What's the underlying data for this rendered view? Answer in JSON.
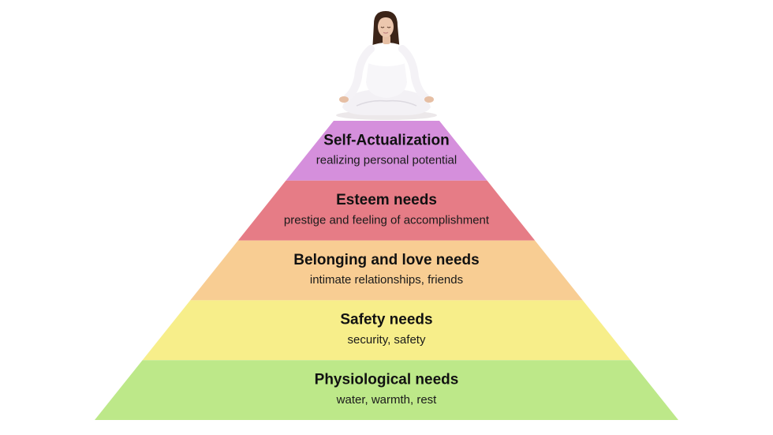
{
  "figure": {
    "icon": "meditating-woman-figure"
  },
  "pyramid": {
    "levels": [
      {
        "title": "Self-Actualization",
        "subtitle": "realizing personal potential",
        "color": "#d58fdc"
      },
      {
        "title": "Esteem needs",
        "subtitle": "prestige and feeling of accomplishment",
        "color": "#e67c86"
      },
      {
        "title": "Belonging and love needs",
        "subtitle": "intimate relationships, friends",
        "color": "#f8cd93"
      },
      {
        "title": "Safety needs",
        "subtitle": "security, safety",
        "color": "#f7ee8a"
      },
      {
        "title": "Physiological needs",
        "subtitle": "water, warmth, rest",
        "color": "#bde889"
      }
    ]
  }
}
